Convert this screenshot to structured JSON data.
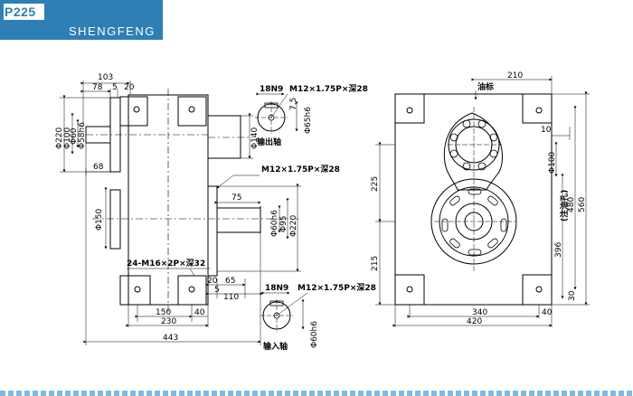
{
  "header": {
    "model": "P225",
    "brand": "SHENGFENG"
  },
  "front": {
    "d_103": "103",
    "d_78": "78",
    "d_5": "5",
    "d_20": "20",
    "d_phi220": "Φ220",
    "d_phi100": "Φ100",
    "d_phi60": "Φ60",
    "d_phi58h6": "Φ58h6",
    "d_68": "68",
    "d_phi140": "Φ140",
    "d_phi150": "Φ150",
    "d_75": "75",
    "d_phi60h6": "Φ60h6",
    "d_phi95": "Φ95",
    "d_phi220b": "Φ220",
    "callout_thread": "M12×1.75P×深28",
    "callout_holes": "24-M16×2P×深32",
    "d_20b": "20",
    "d_65": "65",
    "d_5b": "5",
    "d_110": "110",
    "d_150": "150",
    "d_40": "40",
    "d_230": "230",
    "d_443": "443"
  },
  "output_shaft": {
    "d_18n9": "18N9",
    "thread": "M12×1.75P×深28",
    "d_z5": "7.5",
    "d_phi65h6": "Φ65h6",
    "title": "输出轴"
  },
  "input_shaft": {
    "d_18n9": "18N9",
    "thread": "M12×1.75P×深28",
    "d_phi60h6": "Φ60h6",
    "title": "输入轴"
  },
  "side": {
    "d_210": "210",
    "oil_label": "油标",
    "d_10": "10",
    "d_phi100": "Φ100",
    "d_225": "225",
    "d_215": "215",
    "d_396": "396",
    "oil_hole": "(注油孔)",
    "d_480": "480",
    "d_560": "560",
    "d_30": "30",
    "d_40": "40",
    "d_340": "340",
    "d_420": "420"
  }
}
